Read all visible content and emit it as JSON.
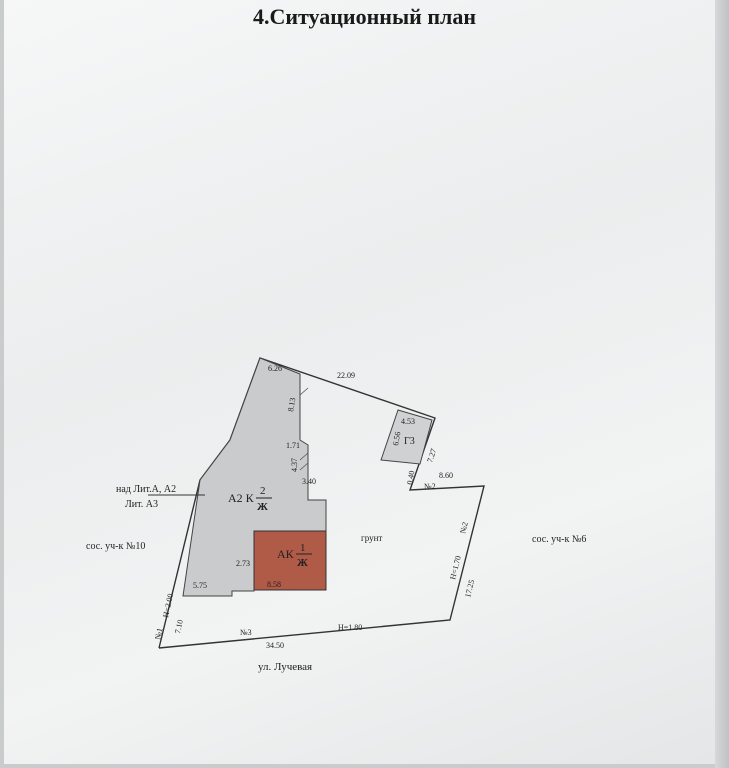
{
  "title": "4.Ситуационный план",
  "neighbors": {
    "left": "сос. уч-к №10",
    "right": "сос. уч-к №6",
    "street": "ул. Лучевая"
  },
  "notes": {
    "line1": "над Лит.А, А2",
    "line2": "Лит. А3"
  },
  "buildings": {
    "a2k": {
      "prefix": "А2 К",
      "numerator": "2",
      "denominator": "Ж"
    },
    "ak": {
      "prefix": "АК",
      "numerator": "1",
      "denominator": "Ж"
    },
    "g3": "Г3"
  },
  "ground_label": "грунт",
  "dimensions": {
    "d626": "6.26",
    "d2209": "22.09",
    "d813": "8.13",
    "d453": "4.53",
    "d656": "6.56",
    "d727": "7.27",
    "d171": "1.71",
    "d437": "4.37",
    "d340": "3.40",
    "d860": "8.60",
    "d040": "0.40",
    "d273": "2.73",
    "d575": "5.75",
    "d858": "8.58",
    "d3450": "34.50",
    "d710": "7.10",
    "d1725": "17.25"
  },
  "points": {
    "p1": "№1",
    "p2": "№2",
    "p2b": "№2",
    "p3": "№3",
    "h200": "Н=2.00",
    "h170": "Н=1.70",
    "h180": "Н=1.80"
  },
  "colors": {
    "ak_fill": "#b05a48",
    "building_fill": "#c9cbcd"
  }
}
